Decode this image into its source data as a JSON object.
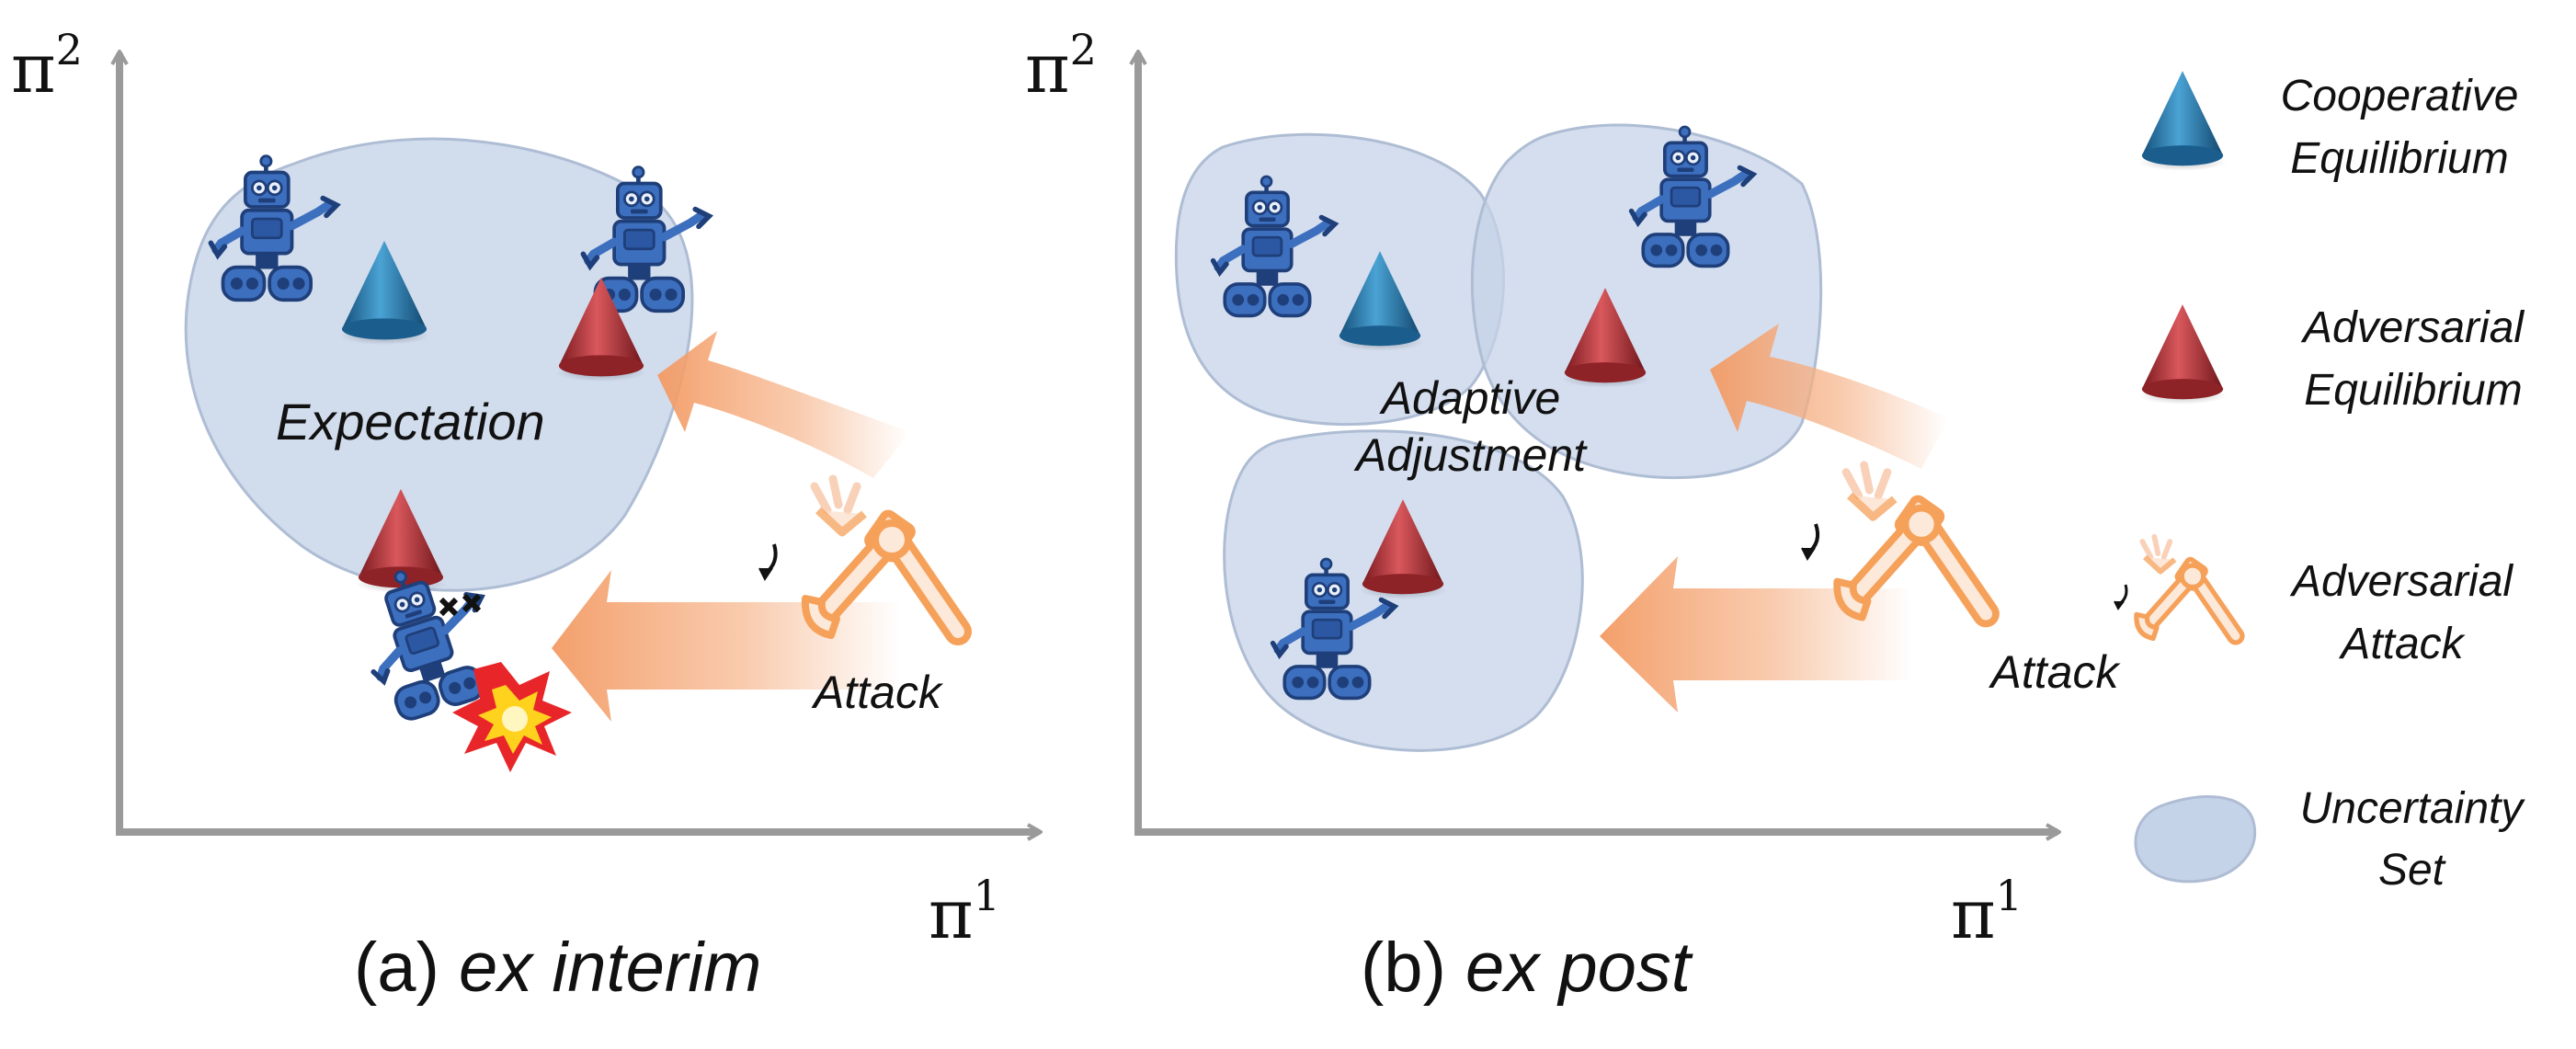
{
  "panels": [
    {
      "axis_y_label": "π",
      "axis_y_sup": "2",
      "axis_x_label": "π",
      "axis_x_sup": "1",
      "set_label": "Expectation",
      "attack_label": "Attack",
      "caption_prefix": "(a)",
      "caption_italic": "ex interim"
    },
    {
      "axis_y_label": "π",
      "axis_y_sup": "2",
      "axis_x_label": "π",
      "axis_x_sup": "1",
      "set_label_line1": "Adaptive",
      "set_label_line2": "Adjustment",
      "attack_label": "Attack",
      "caption_prefix": "(b)",
      "caption_italic": "ex post"
    }
  ],
  "legend": [
    {
      "icon": "blue-cone-icon",
      "line1": "Cooperative",
      "line2": "Equilibrium"
    },
    {
      "icon": "red-cone-icon",
      "line1": "Adversarial",
      "line2": "Equilibrium"
    },
    {
      "icon": "robot-arm-icon",
      "line1": "Adversarial",
      "line2": "Attack"
    },
    {
      "icon": "uncertainty-blob-icon",
      "line1": "Uncertainty",
      "line2": "Set"
    }
  ],
  "colors": {
    "axis": "#9a9a9a",
    "uncertainty_fill": "#c5d3e8",
    "cooperative_cone": "#2a7fb0",
    "adversarial_cone": "#b5343a",
    "robot": "#3d6fbf",
    "attack_arrow": "#f6b48a",
    "attack_arm": "#f6a15a"
  }
}
